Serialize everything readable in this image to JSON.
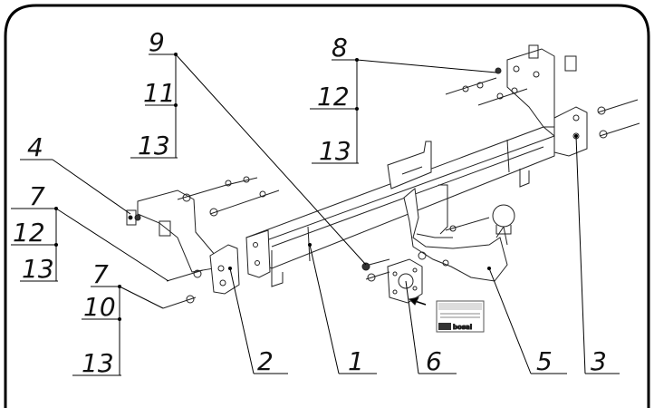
{
  "callouts": {
    "c9": "9",
    "c11": "11",
    "c13a": "13",
    "c8": "8",
    "c12a": "12",
    "c13b": "13",
    "c4": "4",
    "c7a": "7",
    "c12b": "12",
    "c13c": "13",
    "c7b": "7",
    "c10": "10",
    "c13d": "13",
    "c2": "2",
    "c1": "1",
    "c6": "6",
    "c5": "5",
    "c3": "3"
  },
  "plate": {
    "brand": "bosal"
  }
}
